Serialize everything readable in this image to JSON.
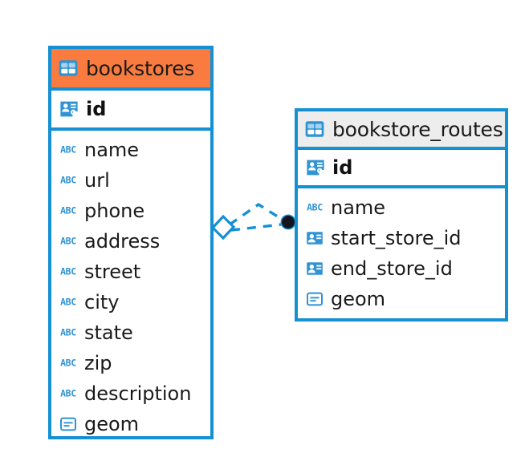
{
  "diagram": {
    "type": "entity-relationship-diagram",
    "colors": {
      "edge_blue": "#1490d3",
      "header_orange": "#f97b3f",
      "header_gray": "#ededed",
      "icon_blue": "#2f93d4",
      "text": "#1a1a1a",
      "endpoint_dark": "#14141e",
      "canvas": "#ffffff"
    },
    "entities": [
      {
        "name": "bookstores",
        "header_style": "orange",
        "icon": "table-grid-icon",
        "primary_key": {
          "label": "id",
          "icon": "primary-key-card-icon"
        },
        "attributes": [
          {
            "label": "name",
            "icon": "abc-text-icon"
          },
          {
            "label": "url",
            "icon": "abc-text-icon"
          },
          {
            "label": "phone",
            "icon": "abc-text-icon"
          },
          {
            "label": "address",
            "icon": "abc-text-icon"
          },
          {
            "label": "street",
            "icon": "abc-text-icon"
          },
          {
            "label": "city",
            "icon": "abc-text-icon"
          },
          {
            "label": "state",
            "icon": "abc-text-icon"
          },
          {
            "label": "zip",
            "icon": "abc-text-icon"
          },
          {
            "label": "description",
            "icon": "abc-text-icon"
          },
          {
            "label": "geom",
            "icon": "geometry-blob-icon"
          }
        ]
      },
      {
        "name": "bookstore_routes",
        "header_style": "gray",
        "icon": "table-grid-icon",
        "primary_key": {
          "label": "id",
          "icon": "primary-key-card-icon"
        },
        "attributes": [
          {
            "label": "name",
            "icon": "abc-text-icon"
          },
          {
            "label": "start_store_id",
            "icon": "foreign-key-card-icon"
          },
          {
            "label": "end_store_id",
            "icon": "foreign-key-card-icon"
          },
          {
            "label": "geom",
            "icon": "geometry-blob-icon"
          }
        ]
      }
    ],
    "relationship": {
      "from_entity": "bookstores",
      "to_entity": "bookstore_routes",
      "line_style": "dashed",
      "source_marker": "diamond-open-marker",
      "target_marker": "filled-circle-marker"
    }
  }
}
